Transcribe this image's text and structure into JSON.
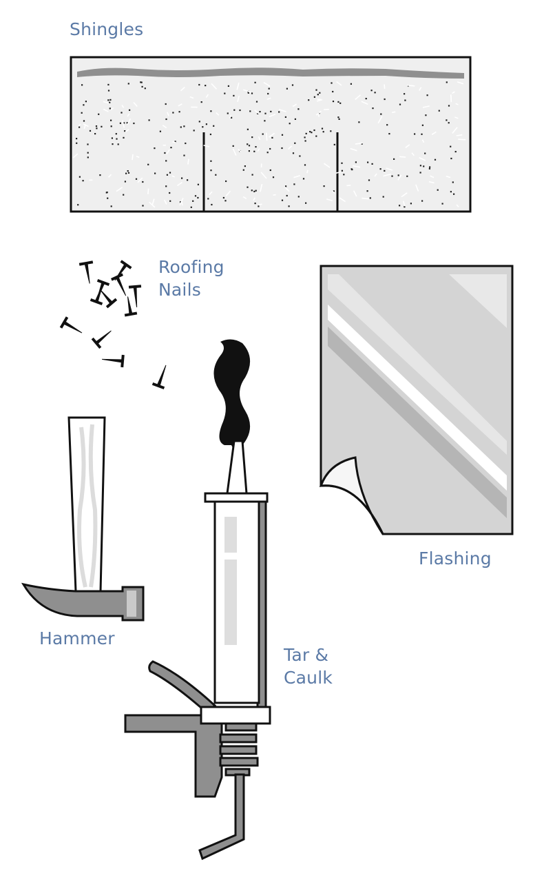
{
  "labels": {
    "shingles": "Shingles",
    "roofing_nails_line1": "Roofing",
    "roofing_nails_line2": "Nails",
    "flashing": "Flashing",
    "hammer": "Hammer",
    "tar_caulk_line1": "Tar &",
    "tar_caulk_line2": "Caulk"
  },
  "colors": {
    "label_text": "#5b7aa6",
    "outline": "#111111",
    "light_fill": "#ededed",
    "mid_gray": "#8f8f8f",
    "dark_fill": "#111111"
  }
}
